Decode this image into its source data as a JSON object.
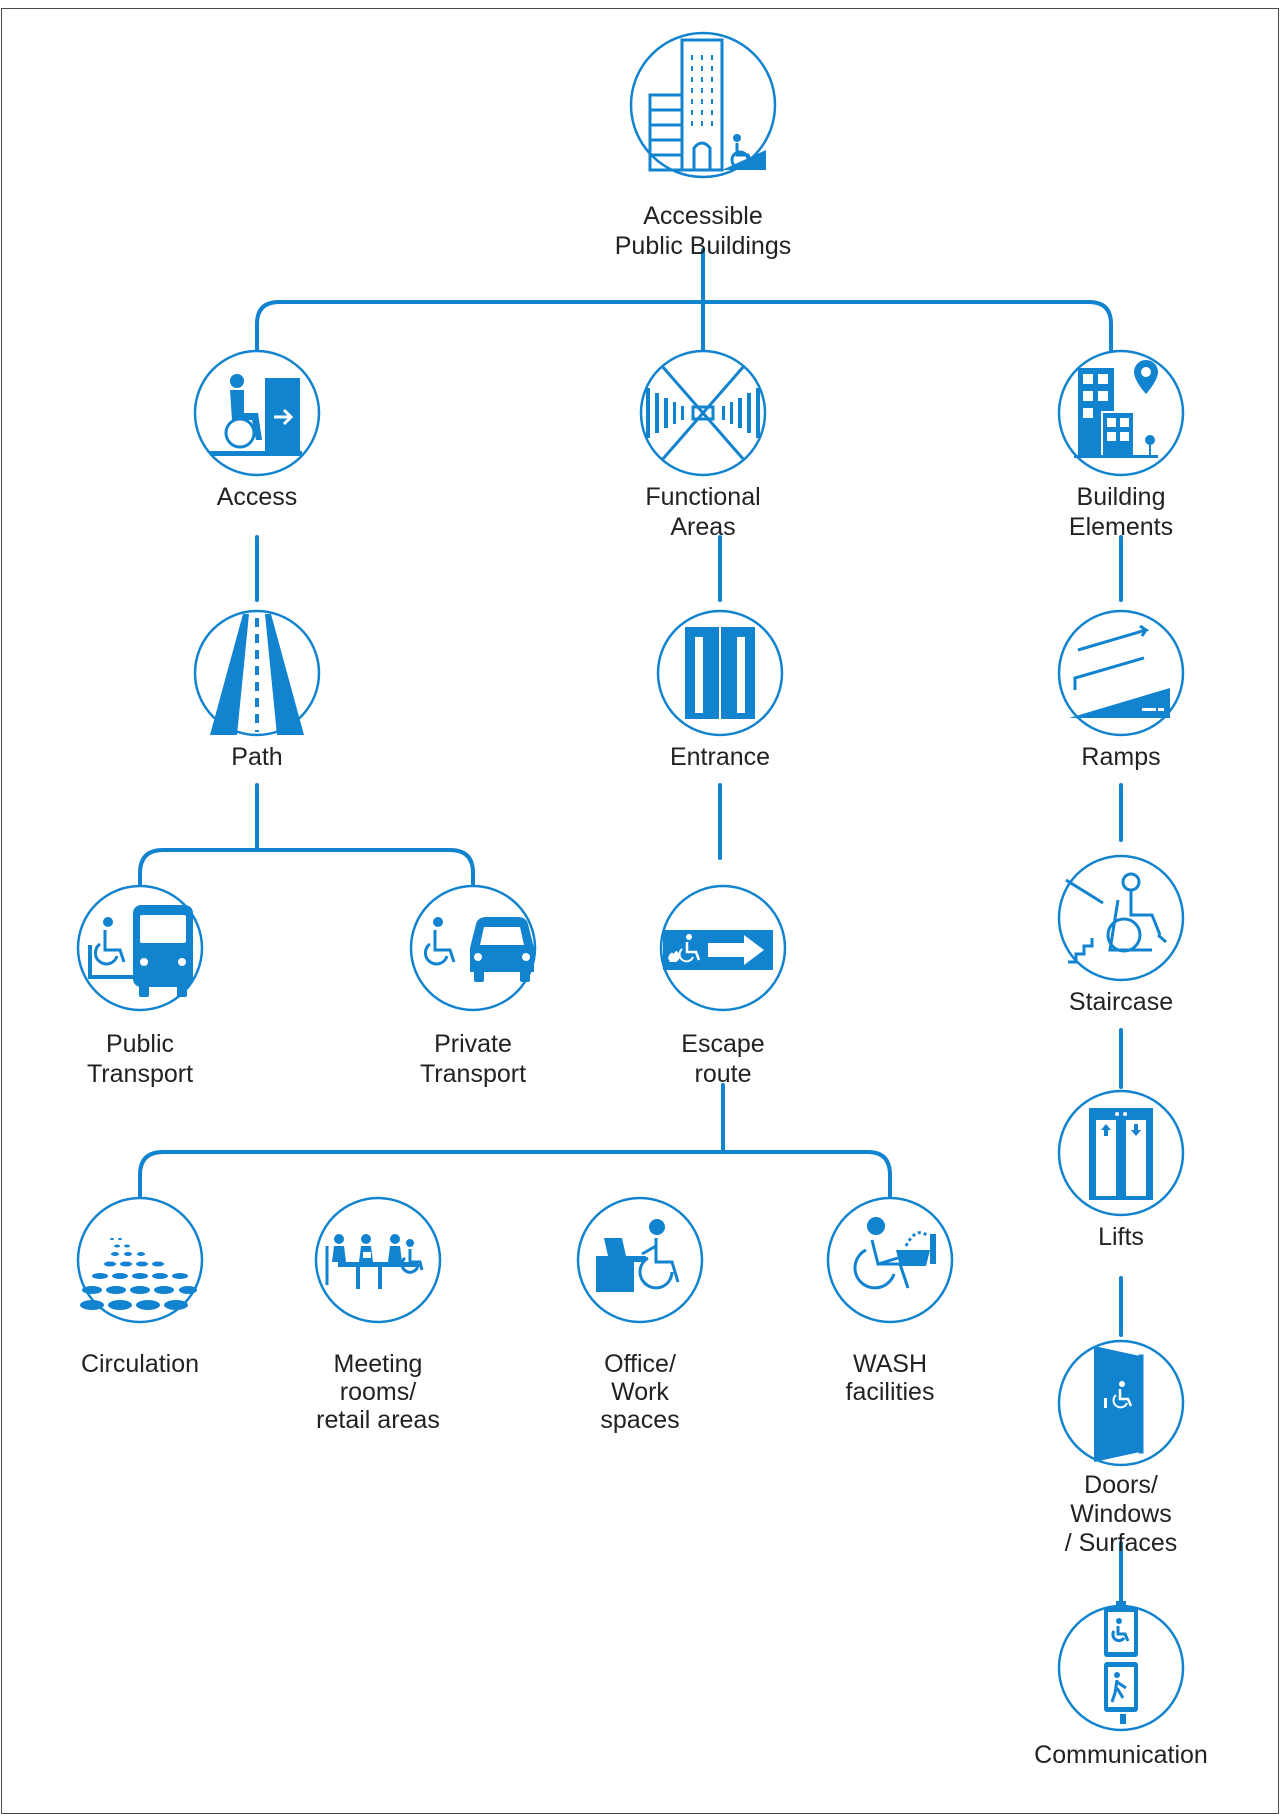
{
  "colors": {
    "accent": "#1183cf",
    "text": "#222222",
    "border": "#4a4a4a"
  },
  "nodes": {
    "root": {
      "label": [
        "Accessible",
        "Public Buildings"
      ],
      "icon": "building-wheelchair-icon"
    },
    "access": {
      "label": [
        "Access"
      ],
      "icon": "wheelchair-exit-door-icon"
    },
    "functional": {
      "label": [
        "Functional",
        "Areas"
      ],
      "icon": "corridor-perspective-icon"
    },
    "building_elements": {
      "label": [
        "Building",
        "Elements"
      ],
      "icon": "building-location-pin-icon"
    },
    "path": {
      "label": [
        "Path"
      ],
      "icon": "road-icon"
    },
    "entrance": {
      "label": [
        "Entrance"
      ],
      "icon": "double-door-icon"
    },
    "escape": {
      "label": [
        "Escape",
        "route"
      ],
      "icon": "escape-route-sign-icon"
    },
    "public_transport": {
      "label": [
        "Public",
        "Transport"
      ],
      "icon": "wheelchair-bus-icon"
    },
    "private_transport": {
      "label": [
        "Private",
        "Transport"
      ],
      "icon": "wheelchair-car-icon"
    },
    "circulation": {
      "label": [
        "Circulation"
      ],
      "icon": "tactile-paving-icon"
    },
    "meeting": {
      "label": [
        "Meeting",
        "rooms/",
        "retail areas"
      ],
      "icon": "meeting-table-icon"
    },
    "office": {
      "label": [
        "Office/",
        "Work",
        "spaces"
      ],
      "icon": "wheelchair-desk-icon"
    },
    "wash": {
      "label": [
        "WASH",
        "facilities"
      ],
      "icon": "wheelchair-sink-icon"
    },
    "ramps": {
      "label": [
        "Ramps"
      ],
      "icon": "ramp-icon"
    },
    "staircase": {
      "label": [
        "Staircase"
      ],
      "icon": "stair-lift-icon"
    },
    "lifts": {
      "label": [
        "Lifts"
      ],
      "icon": "elevator-icon"
    },
    "doors": {
      "label": [
        "Doors/",
        "Windows",
        "/ Surfaces"
      ],
      "icon": "accessible-door-icon"
    },
    "communication": {
      "label": [
        "Communication"
      ],
      "icon": "accessible-signage-icon"
    }
  }
}
